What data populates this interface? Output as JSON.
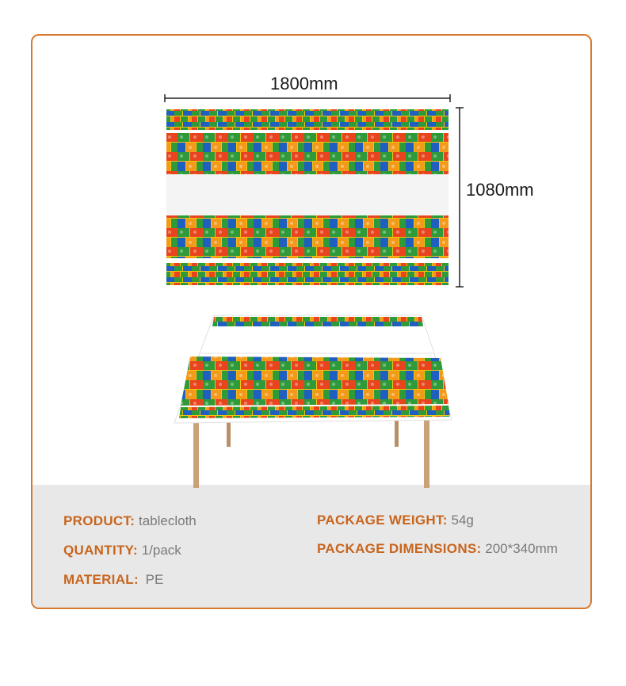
{
  "dimensions": {
    "width_label": "1800mm",
    "height_label": "1080mm"
  },
  "specs": {
    "product": {
      "label": "PRODUCT:",
      "value": "tablecloth"
    },
    "quantity": {
      "label": "QUANTITY:",
      "value": "1/pack"
    },
    "material": {
      "label": "MATERIAL:",
      "value": "PE"
    },
    "weight": {
      "label": "PACKAGE WEIGHT:",
      "value": "54g"
    },
    "dimensions": {
      "label": "PACKAGE DIMENSIONS:",
      "value": "200*340mm"
    }
  },
  "colors": {
    "accent": "#d6782e",
    "panel": "#e8e8e8",
    "brick_palette": [
      "#f2c40c",
      "#2e9a3a",
      "#1f5fbf",
      "#e8451f",
      "#f49a1a"
    ]
  }
}
